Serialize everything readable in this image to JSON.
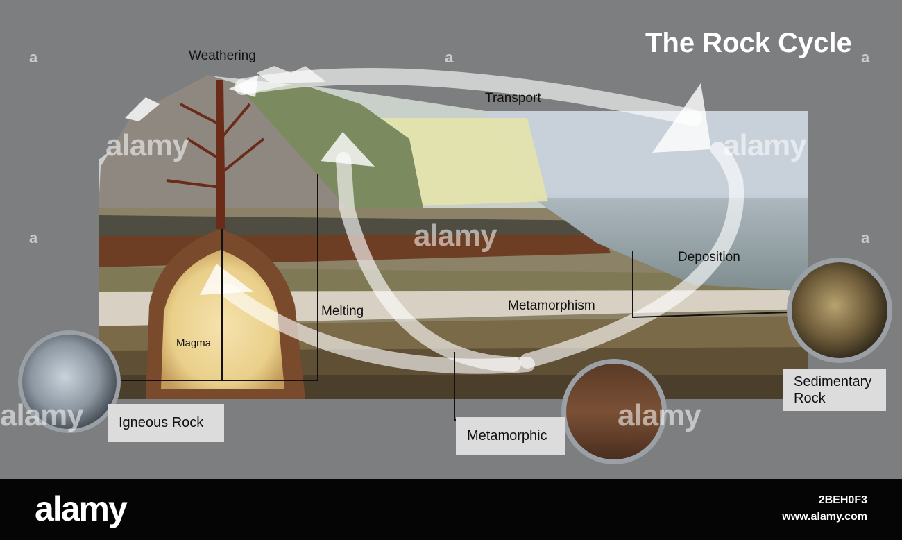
{
  "title": "The Rock Cycle",
  "labels": {
    "weathering": "Weathering",
    "transport": "Transport",
    "deposition": "Deposition",
    "metamorphism": "Metamorphism",
    "melting": "Melting",
    "magma": "Magma"
  },
  "rock_boxes": {
    "igneous": "Igneous Rock",
    "metamorphic": "Metamorphic",
    "sedimentary_line1": "Sedimentary",
    "sedimentary_line2": "Rock"
  },
  "watermark": {
    "text": "alamy",
    "letter": "a"
  },
  "footer": {
    "brand": "alamy",
    "image_id": "2BEH0F3",
    "url": "www.alamy.com"
  },
  "colors": {
    "background": "#7d7e7f",
    "footer": "#050505",
    "title": "#ffffff",
    "label_box": "#dcdcdc"
  }
}
